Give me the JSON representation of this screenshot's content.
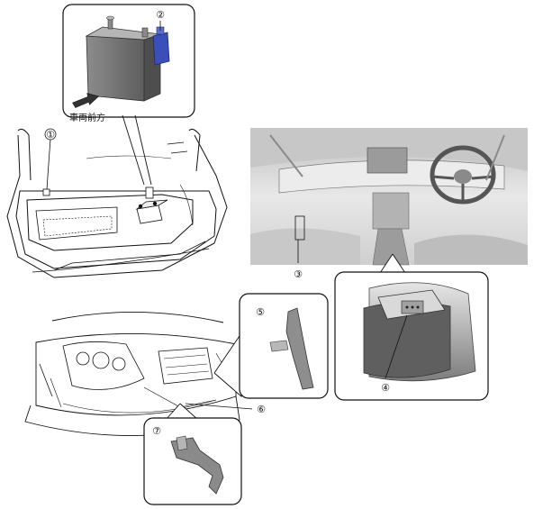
{
  "callouts": {
    "c1": "①",
    "c2": "②",
    "c3": "③",
    "c4": "④",
    "c5": "⑤",
    "c6": "⑥",
    "c7": "⑦"
  },
  "arrow_caption": "車両前方",
  "colors": {
    "line": "#111111",
    "battery_body": "#7a7a7a",
    "battery_top": "#a9a9a9",
    "module_blue": "#3a4fb8",
    "interior_bg": "#d9d9d9",
    "console_dark": "#6f6f6f"
  }
}
